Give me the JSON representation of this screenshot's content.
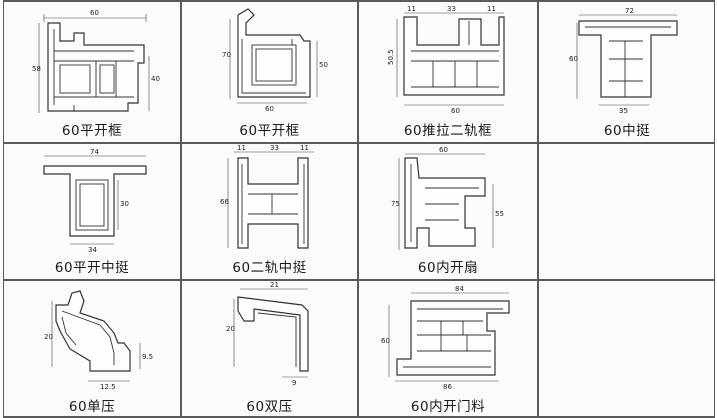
{
  "cells": [
    {
      "caption": "60平开框",
      "dims": [
        "60",
        "58",
        "40"
      ]
    },
    {
      "caption": "60平开框",
      "dims": [
        "70",
        "50",
        "60"
      ]
    },
    {
      "caption": "60推拉二轨框",
      "dims": [
        "11",
        "33",
        "11",
        "50.5",
        "60"
      ]
    },
    {
      "caption": "60中挺",
      "dims": [
        "72",
        "60",
        "35"
      ]
    },
    {
      "caption": "60平开中挺",
      "dims": [
        "74",
        "30",
        "34"
      ]
    },
    {
      "caption": "60二轨中挺",
      "dims": [
        "11",
        "33",
        "11",
        "66"
      ]
    },
    {
      "caption": "60内开扇",
      "dims": [
        "60",
        "75",
        "55"
      ]
    },
    {
      "caption": "60单压",
      "dims": [
        "20",
        "9.5",
        "12.5"
      ]
    },
    {
      "caption": "60双压",
      "dims": [
        "21",
        "20",
        "9"
      ]
    },
    {
      "caption": "60内开门料",
      "dims": [
        "84",
        "60",
        "86"
      ]
    }
  ]
}
